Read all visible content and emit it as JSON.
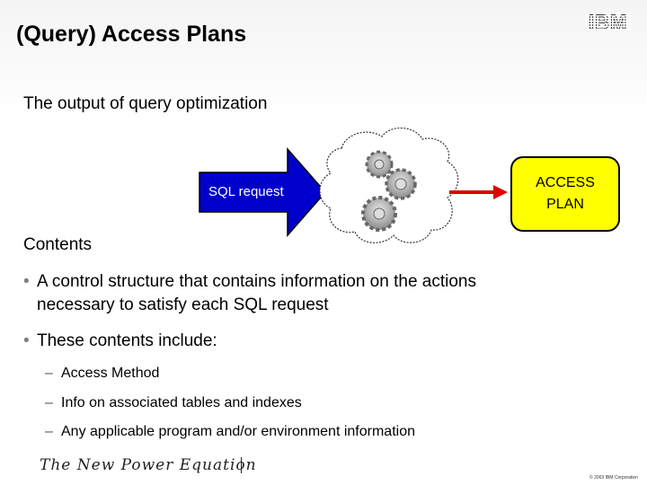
{
  "slide": {
    "title": "(Query) Access Plans",
    "logo": "IBM",
    "subtitle": "The output of query optimization",
    "tagline": "The New Power Equation",
    "copyright": "© 2003 IBM Corporation"
  },
  "diagram": {
    "input_label": "SQL request",
    "output_line1": "ACCESS",
    "output_line2": "PLAN",
    "colors": {
      "arrow": "#0000cc",
      "connector": "#e00000",
      "plan_box": "#ffff00"
    }
  },
  "contents": {
    "heading": "Contents",
    "bullets": [
      {
        "line1": "A control structure that contains information on the actions",
        "line2": "necessary to satisfy each SQL request"
      },
      {
        "line1": "These contents include:"
      }
    ],
    "sub_items": [
      "Access Method",
      "Info on associated tables and indexes",
      "Any applicable program and/or environment information"
    ]
  }
}
